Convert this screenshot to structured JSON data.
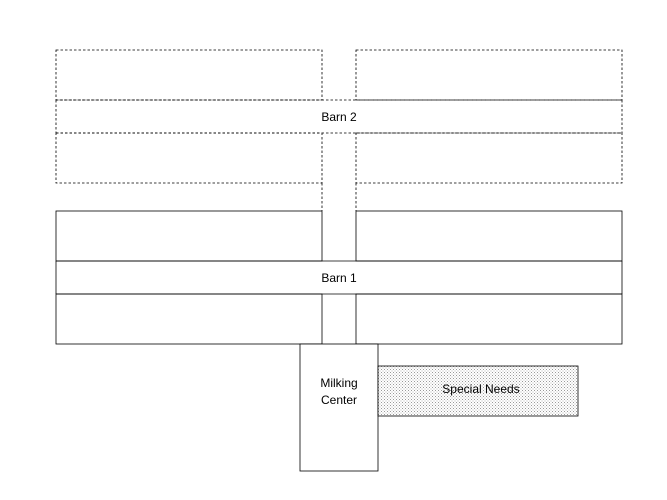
{
  "barn2": {
    "label": "Barn 2",
    "status": "planned",
    "outline_style": "dashed"
  },
  "barn1": {
    "label": "Barn 1",
    "status": "existing",
    "outline_style": "solid"
  },
  "milking_center": {
    "label_line1": "Milking",
    "label_line2": "Center"
  },
  "special_needs": {
    "label": "Special Needs",
    "fill_pattern": "stipple"
  },
  "colors": {
    "stroke": "#000000",
    "background": "#ffffff",
    "stipple": "#9a9a9a"
  }
}
